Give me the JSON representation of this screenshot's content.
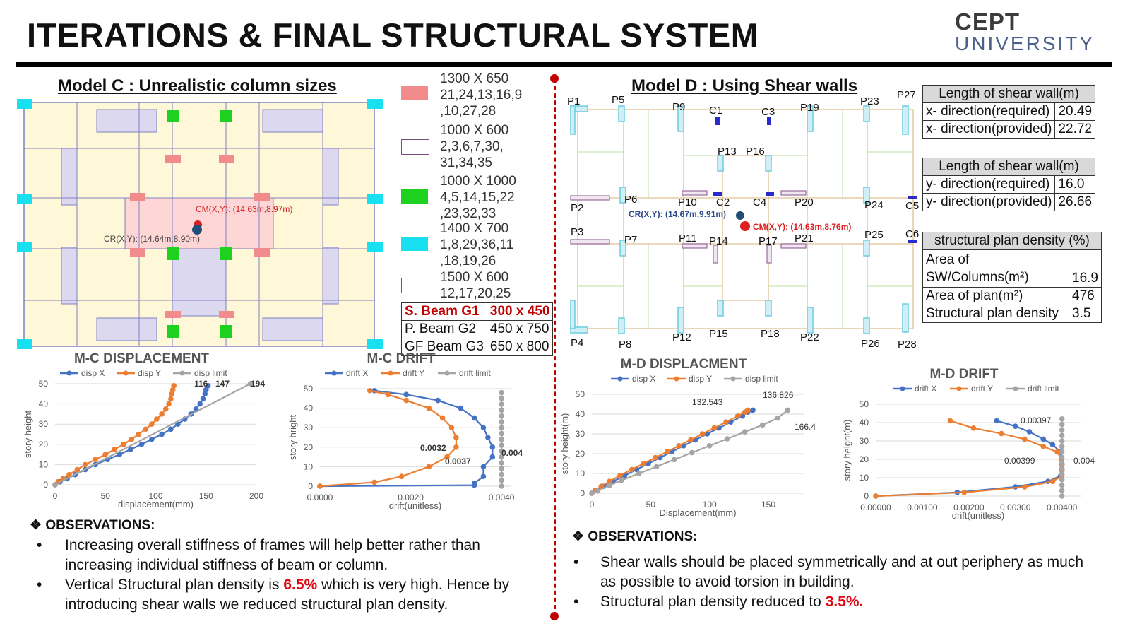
{
  "header": {
    "title": "ITERATIONS & FINAL STRUCTURAL SYSTEM",
    "logo_line1": "CEPT",
    "logo_line2": "UNIVERSITY"
  },
  "modelC": {
    "title": "Model C : Unrealistic column sizes",
    "cm_label": "CM(X,Y): (14.63m,8.97m)",
    "cr_label": "CR(X,Y): (14.64m,8.90m)",
    "legend": [
      {
        "size": "1300 X 650",
        "ids": "21,24,13,16,9 ,10,27,28",
        "color": "#f28b8b"
      },
      {
        "size": "1000 X 600",
        "ids": "2,3,6,7,30, 31,34,35",
        "color": "#ffffff"
      },
      {
        "size": "1000 X 1000",
        "ids": "4,5,14,15,22 ,23,32,33",
        "color": "#1fd11f"
      },
      {
        "size": "1400 X 700",
        "ids": "1,8,29,36,11 ,18,19,26",
        "color": "#18e0f0"
      },
      {
        "size": "1500 X 600",
        "ids": "12,17,20,25",
        "color": "#ffffff"
      }
    ],
    "beams": [
      {
        "name": "S. Beam G1",
        "size": "300 x 450"
      },
      {
        "name": "P. Beam G2",
        "size": "450 x 750"
      },
      {
        "name": "GF Beam G3",
        "size": "650 x 800"
      }
    ],
    "observations_heading": "OBSERVATIONS:",
    "obs1": "Increasing overall stiffness of frames will help better rather than increasing individual stiffness of beam or column.",
    "obs2_a": "Vertical Structural plan density is ",
    "obs2_b": "6.5%",
    "obs2_c": " which is very high. Hence by introducing shear walls we reduced structural plan density."
  },
  "modelD": {
    "title": "Model D : Using Shear walls",
    "cr_label": "CR(X,Y): (14.67m,9.91m)",
    "cm_label": "CM(X,Y): (14.63m,8.76m)",
    "labels": {
      "P1": "P1",
      "P5": "P5",
      "P9": "P9",
      "C1": "C1",
      "C3": "C3",
      "P19": "P19",
      "P23": "P23",
      "P27": "P27",
      "P13": "P13",
      "P16": "P16",
      "P2": "P2",
      "P6": "P6",
      "P10": "P10",
      "C2": "C2",
      "C4": "C4",
      "P20": "P20",
      "P24": "P24",
      "C5": "C5",
      "P3": "P3",
      "P7": "P7",
      "P11": "P11",
      "P14": "P14",
      "P17": "P17",
      "P21": "P21",
      "P25": "P25",
      "C6": "C6",
      "P4": "P4",
      "P8": "P8",
      "P12": "P12",
      "P15": "P15",
      "P18": "P18",
      "P22": "P22",
      "P26": "P26",
      "P28": "P28"
    },
    "table_x": {
      "head": "Length of shear wall(m)",
      "rows": [
        [
          "x- direction(required)",
          "20.49"
        ],
        [
          "x- direction(provided)",
          "22.72"
        ]
      ]
    },
    "table_y": {
      "head": "Length of shear wall(m)",
      "rows": [
        [
          "y- direction(required)",
          "16.0"
        ],
        [
          "y- direction(provided)",
          "26.66"
        ]
      ]
    },
    "table_d": {
      "head": "structural plan density (%)",
      "rows": [
        [
          "Area of SW/Columns(m²)",
          "16.9"
        ],
        [
          "Area of plan(m²)",
          "476"
        ],
        [
          "Structural plan density",
          "3.5"
        ]
      ]
    },
    "observations_heading": "OBSERVATIONS:",
    "obs1": "Shear walls should be placed symmetrically and at out periphery as much as possible to avoid torsion in building.",
    "obs2_a": "Structural plan density reduced to ",
    "obs2_b": "3.5%."
  },
  "chart_data": [
    {
      "type": "line",
      "title": "M-C DISPLACEMENT",
      "xlabel": "displacement(mm)",
      "ylabel": "story height",
      "xlim": [
        0,
        200
      ],
      "ylim": [
        0,
        50
      ],
      "xticks": [
        0,
        50,
        100,
        150,
        200
      ],
      "yticks": [
        0,
        10,
        20,
        30,
        40,
        50
      ],
      "series": [
        {
          "name": "disp X",
          "color": "#4472c4",
          "points": [
            [
              0,
              0
            ],
            [
              5,
              1.5
            ],
            [
              12,
              3
            ],
            [
              20,
              5
            ],
            [
              30,
              7.5
            ],
            [
              40,
              10
            ],
            [
              52,
              12.5
            ],
            [
              64,
              15
            ],
            [
              75,
              17.5
            ],
            [
              86,
              20
            ],
            [
              96,
              22.5
            ],
            [
              106,
              25
            ],
            [
              115,
              27.5
            ],
            [
              122,
              30
            ],
            [
              129,
              32.5
            ],
            [
              135,
              35
            ],
            [
              140,
              37.5
            ],
            [
              144,
              40
            ],
            [
              147,
              42.5
            ],
            [
              149,
              45
            ],
            [
              150,
              47
            ],
            [
              152,
              49
            ]
          ]
        },
        {
          "name": "disp Y",
          "color": "#ed7d31",
          "points": [
            [
              0,
              0
            ],
            [
              3,
              1.5
            ],
            [
              8,
              3
            ],
            [
              14,
              5
            ],
            [
              22,
              7.5
            ],
            [
              30,
              10
            ],
            [
              40,
              12.5
            ],
            [
              50,
              15
            ],
            [
              59,
              17.5
            ],
            [
              68,
              20
            ],
            [
              76,
              22.5
            ],
            [
              83,
              25
            ],
            [
              90,
              27.5
            ],
            [
              96,
              30
            ],
            [
              101,
              32.5
            ],
            [
              106,
              35
            ],
            [
              110,
              37.5
            ],
            [
              113,
              40
            ],
            [
              115,
              42.5
            ],
            [
              116,
              45
            ],
            [
              117,
              47
            ],
            [
              118,
              49
            ]
          ]
        },
        {
          "name": "disp limit",
          "color": "#a5a5a5",
          "points": [
            [
              0,
              0
            ],
            [
              194,
              50
            ]
          ]
        }
      ],
      "annotations": [
        "116",
        "147",
        "194"
      ]
    },
    {
      "type": "line",
      "title": "M-C DRIFT",
      "xlabel": "drift(unitless)",
      "ylabel": "story hright",
      "xlim": [
        0,
        0.0042
      ],
      "ylim": [
        0,
        50
      ],
      "xticks": [
        "0.0000",
        "0.0020",
        "0.0040"
      ],
      "yticks": [
        0,
        10,
        20,
        30,
        40,
        50
      ],
      "series": [
        {
          "name": "drift X",
          "color": "#4472c4",
          "points": [
            [
              0,
              0
            ],
            [
              0.0034,
              0.5
            ],
            [
              0.0034,
              1.5
            ],
            [
              0.0036,
              5
            ],
            [
              0.0036,
              10
            ],
            [
              0.0038,
              15
            ],
            [
              0.0038,
              20
            ],
            [
              0.0037,
              25
            ],
            [
              0.0036,
              30
            ],
            [
              0.0034,
              35
            ],
            [
              0.0031,
              40
            ],
            [
              0.0026,
              44
            ],
            [
              0.0019,
              47
            ],
            [
              0.0012,
              49
            ]
          ]
        },
        {
          "name": "drift Y",
          "color": "#ed7d31",
          "points": [
            [
              0,
              0
            ],
            [
              0.0012,
              2
            ],
            [
              0.0018,
              5
            ],
            [
              0.0024,
              10
            ],
            [
              0.0028,
              15
            ],
            [
              0.003,
              20
            ],
            [
              0.003,
              25
            ],
            [
              0.0029,
              30
            ],
            [
              0.0027,
              35
            ],
            [
              0.0024,
              40
            ],
            [
              0.0019,
              44
            ],
            [
              0.0015,
              47
            ],
            [
              0.0011,
              49
            ]
          ]
        },
        {
          "name": "drift limit",
          "color": "#a5a5a5",
          "points": [
            [
              0.004,
              0
            ],
            [
              0.004,
              3
            ],
            [
              0.004,
              6
            ],
            [
              0.004,
              9
            ],
            [
              0.004,
              12
            ],
            [
              0.004,
              15
            ],
            [
              0.004,
              18
            ],
            [
              0.004,
              21
            ],
            [
              0.004,
              24
            ],
            [
              0.004,
              27
            ],
            [
              0.004,
              30
            ],
            [
              0.004,
              33
            ],
            [
              0.004,
              36
            ],
            [
              0.004,
              39
            ],
            [
              0.004,
              42
            ],
            [
              0.004,
              45
            ],
            [
              0.004,
              48
            ]
          ]
        }
      ],
      "annotations": [
        "0.0032",
        "0.0037",
        "0.004"
      ]
    },
    {
      "type": "line",
      "title": "M-D DISPLACMENT",
      "xlabel": "Displacement(mm)",
      "ylabel": "story height(m)",
      "xlim": [
        0,
        180
      ],
      "ylim": [
        0,
        50
      ],
      "xticks": [
        0,
        50,
        100,
        150
      ],
      "yticks": [
        0,
        10,
        20,
        30,
        40,
        50
      ],
      "series": [
        {
          "name": "disp X",
          "color": "#4472c4",
          "points": [
            [
              0,
              0
            ],
            [
              4,
              1.5
            ],
            [
              10,
              3.5
            ],
            [
              18,
              6
            ],
            [
              28,
              9
            ],
            [
              38,
              12
            ],
            [
              48,
              15
            ],
            [
              58,
              18
            ],
            [
              68,
              21
            ],
            [
              78,
              24
            ],
            [
              88,
              27
            ],
            [
              98,
              30
            ],
            [
              108,
              33
            ],
            [
              118,
              36
            ],
            [
              128,
              39
            ],
            [
              132.5,
              41
            ],
            [
              136.8,
              42
            ]
          ]
        },
        {
          "name": "disp Y",
          "color": "#ed7d31",
          "points": [
            [
              0,
              0
            ],
            [
              3,
              1.5
            ],
            [
              8,
              3.5
            ],
            [
              15,
              6
            ],
            [
              24,
              9
            ],
            [
              34,
              12
            ],
            [
              44,
              15
            ],
            [
              54,
              18
            ],
            [
              64,
              21
            ],
            [
              74,
              24
            ],
            [
              84,
              27
            ],
            [
              94,
              30
            ],
            [
              104,
              33
            ],
            [
              114,
              36
            ],
            [
              124,
              39
            ],
            [
              130,
              41
            ],
            [
              132.5,
              42
            ]
          ]
        },
        {
          "name": "disp limit",
          "color": "#a5a5a5",
          "points": [
            [
              0,
              0
            ],
            [
              5,
              1.2
            ],
            [
              15,
              4
            ],
            [
              25,
              6.5
            ],
            [
              40,
              10
            ],
            [
              55,
              13.5
            ],
            [
              70,
              17
            ],
            [
              85,
              20.5
            ],
            [
              100,
              24
            ],
            [
              115,
              27.5
            ],
            [
              130,
              31
            ],
            [
              145,
              34.5
            ],
            [
              158,
              38
            ],
            [
              166.4,
              42
            ]
          ]
        }
      ],
      "annotations": [
        "132.543",
        "136.826",
        "166.4"
      ]
    },
    {
      "type": "line",
      "title": "M-D DRIFT",
      "xlabel": "drift(unitless)",
      "ylabel": "story height(m)",
      "xlim": [
        0,
        0.0044
      ],
      "ylim": [
        0,
        50
      ],
      "xticks": [
        "0.00000",
        "0.00100",
        "0.00200",
        "0.00300",
        "0.00400"
      ],
      "yticks": [
        0,
        10,
        20,
        30,
        40,
        50
      ],
      "series": [
        {
          "name": "drift X",
          "color": "#4472c4",
          "points": [
            [
              0,
              0
            ],
            [
              0.00175,
              2
            ],
            [
              0.003,
              5
            ],
            [
              0.0037,
              8
            ],
            [
              0.00397,
              11
            ],
            [
              0.004,
              14
            ],
            [
              0.004,
              17
            ],
            [
              0.00399,
              20
            ],
            [
              0.00397,
              24
            ],
            [
              0.0038,
              28
            ],
            [
              0.0036,
              31
            ],
            [
              0.0033,
              35
            ],
            [
              0.003,
              38
            ],
            [
              0.0026,
              41
            ]
          ]
        },
        {
          "name": "drift Y",
          "color": "#ed7d31",
          "points": [
            [
              0,
              0
            ],
            [
              0.0019,
              2
            ],
            [
              0.0032,
              5
            ],
            [
              0.0038,
              8
            ],
            [
              0.004,
              11
            ],
            [
              0.004,
              14
            ],
            [
              0.004,
              17
            ],
            [
              0.00399,
              20
            ],
            [
              0.0039,
              24
            ],
            [
              0.0036,
              27
            ],
            [
              0.0032,
              31
            ],
            [
              0.0027,
              34
            ],
            [
              0.0021,
              37
            ],
            [
              0.0016,
              41
            ]
          ]
        },
        {
          "name": "drift limit",
          "color": "#a5a5a5",
          "points": [
            [
              0.004,
              0
            ],
            [
              0.004,
              3
            ],
            [
              0.004,
              6
            ],
            [
              0.004,
              9
            ],
            [
              0.004,
              12
            ],
            [
              0.004,
              15
            ],
            [
              0.004,
              18
            ],
            [
              0.004,
              21
            ],
            [
              0.004,
              24
            ],
            [
              0.004,
              27
            ],
            [
              0.004,
              30
            ],
            [
              0.004,
              33
            ],
            [
              0.004,
              36
            ],
            [
              0.004,
              39
            ],
            [
              0.004,
              42
            ]
          ]
        }
      ],
      "annotations": [
        "0.00397",
        "0.00399",
        "0.004"
      ]
    }
  ]
}
